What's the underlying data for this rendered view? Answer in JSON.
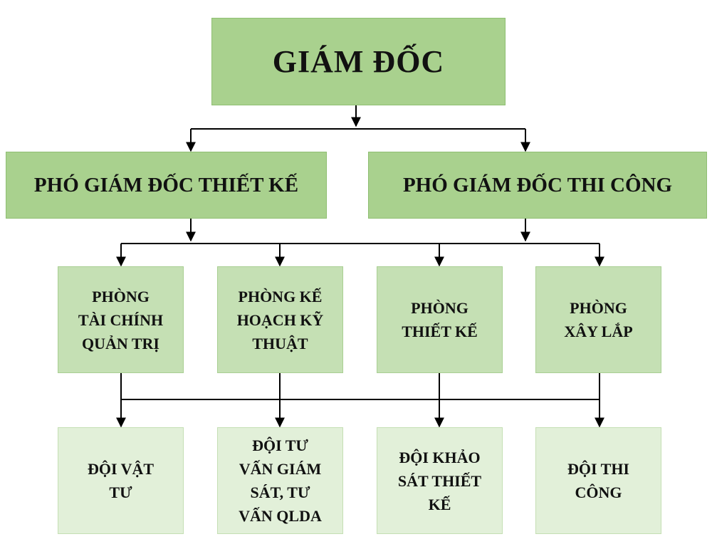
{
  "director": "GIÁM ĐỐC",
  "deputies": [
    "PHÓ GIÁM ĐỐC THIẾT KẾ",
    "PHÓ GIÁM ĐỐC THI CÔNG"
  ],
  "departments": [
    {
      "lines": [
        "PHÒNG",
        "TÀI CHÍNH",
        "QUẢN TRỊ"
      ]
    },
    {
      "lines": [
        "PHÒNG KẾ",
        "HOẠCH KỸ",
        "THUẬT"
      ]
    },
    {
      "lines": [
        "PHÒNG",
        "THIẾT KẾ"
      ]
    },
    {
      "lines": [
        "PHÒNG",
        "XÂY LẮP"
      ]
    }
  ],
  "teams": [
    {
      "lines": [
        "ĐỘI VẬT",
        "TƯ"
      ]
    },
    {
      "lines": [
        "ĐỘI TƯ",
        "VẤN GIÁM",
        "SÁT, TƯ",
        "VẤN QLDA"
      ]
    },
    {
      "lines": [
        "ĐỘI KHẢO",
        "SÁT THIẾT",
        "KẾ"
      ]
    },
    {
      "lines": [
        "ĐỘI THI",
        "CÔNG"
      ]
    }
  ],
  "colors": {
    "level1": "#a9d18e",
    "level2": "#a9d18e",
    "level3": "#c5e0b4",
    "level4": "#e2f0d9",
    "connector": "#000000"
  }
}
